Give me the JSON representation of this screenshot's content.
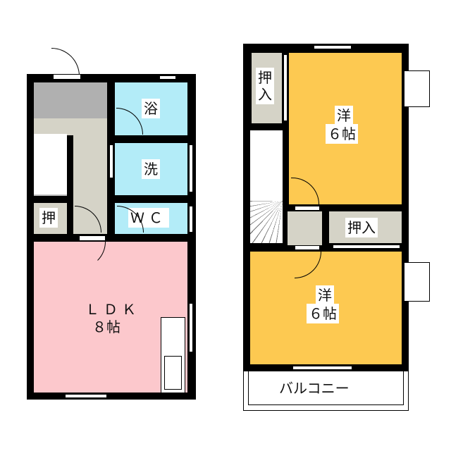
{
  "floor1": {
    "bath": "浴",
    "washroom": "洗",
    "toilet": "ＷＣ",
    "closet": "押",
    "ldk_name": "ＬＤＫ",
    "ldk_size": "８帖"
  },
  "floor2": {
    "closet_top_1": "押",
    "closet_top_2": "入",
    "room1_type": "洋",
    "room1_size": "６帖",
    "closet_mid": "押入",
    "room2_type": "洋",
    "room2_size": "６帖",
    "balcony": "バルコニー"
  },
  "colors": {
    "bath": "#b3ecf8",
    "ldk": "#fcc8cc",
    "western": "#fdc951",
    "storage": "#d5d3c7",
    "genkan": "#b0b0b0"
  }
}
